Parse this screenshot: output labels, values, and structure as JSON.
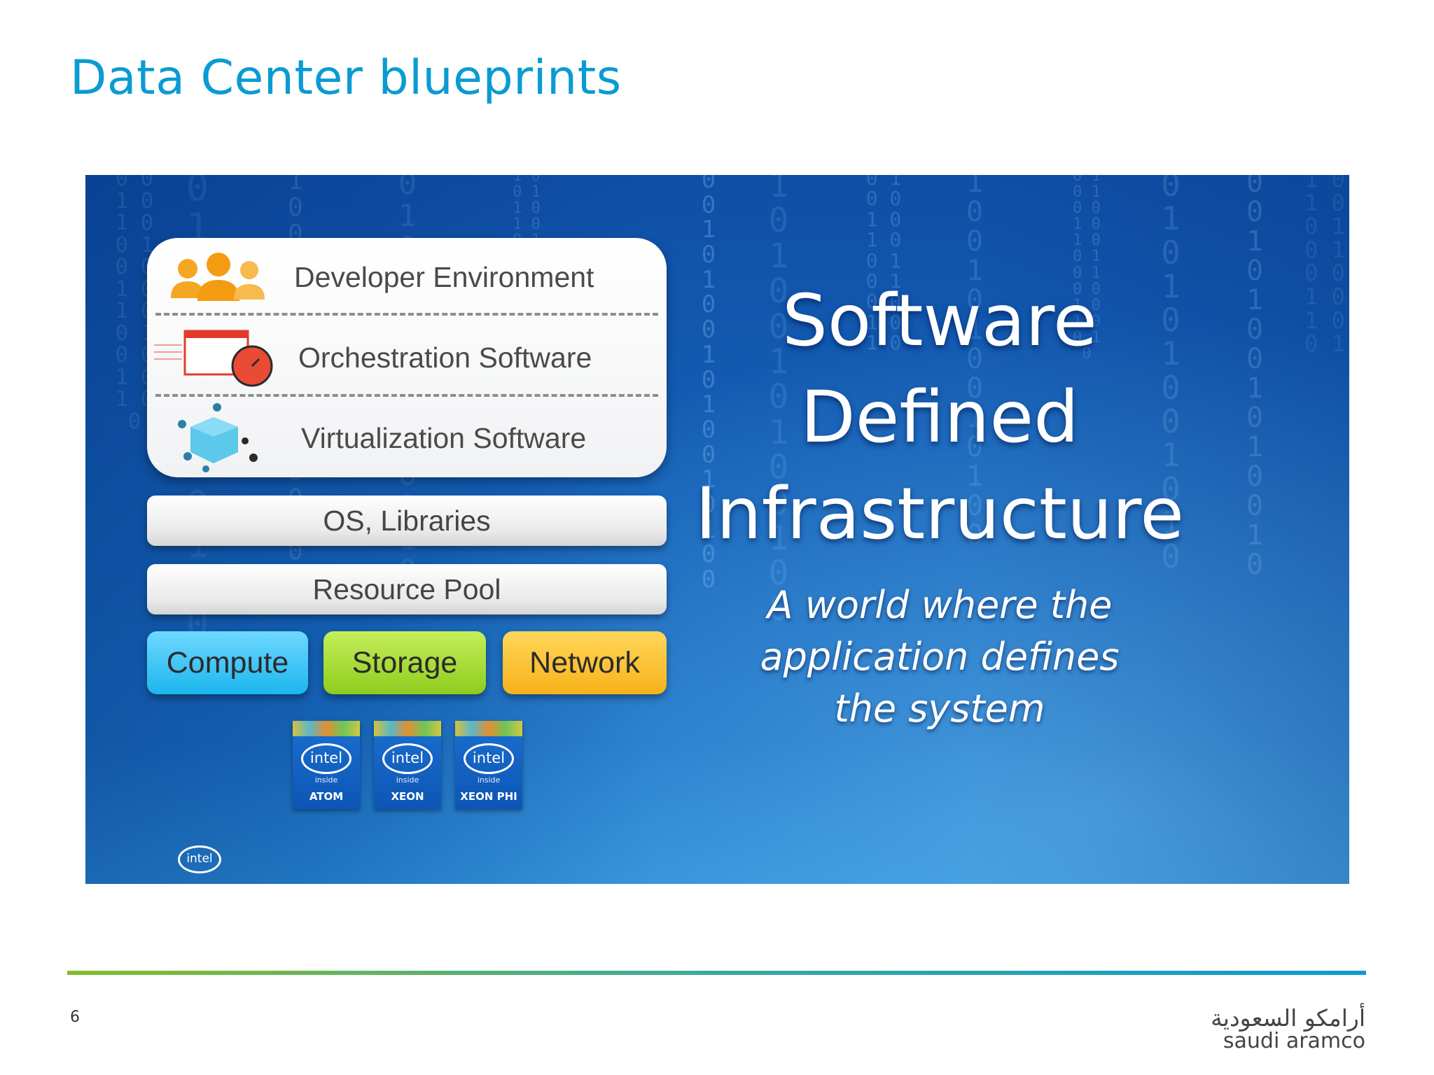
{
  "title": "Data Center blueprints",
  "diagram": {
    "stack": [
      {
        "label": "Developer Environment",
        "icon": "people-icon"
      },
      {
        "label": "Orchestration Software",
        "icon": "dashboard-gauge-icon"
      },
      {
        "label": "Virtualization Software",
        "icon": "cube-network-icon"
      }
    ],
    "os_libraries": "OS, Libraries",
    "resource_pool": "Resource Pool",
    "resources": [
      {
        "label": "Compute",
        "color": "#1cb6ee"
      },
      {
        "label": "Storage",
        "color": "#8fcc1d"
      },
      {
        "label": "Network",
        "color": "#f7b21a"
      }
    ],
    "badges": [
      {
        "brand": "intel",
        "inside": "inside",
        "chip": "ATOM"
      },
      {
        "brand": "intel",
        "inside": "inside",
        "chip": "XEON"
      },
      {
        "brand": "intel",
        "inside": "inside",
        "chip": "XEON PHI"
      }
    ],
    "corner_logo": "intel"
  },
  "headline": {
    "line1": "Software",
    "line2": "Defined",
    "line3": "Infrastructure"
  },
  "tagline": {
    "line1": "A world where the",
    "line2": "application defines",
    "line3": "the system"
  },
  "footer": {
    "page_number": "6",
    "logo_arabic": "أرامكو السعودية",
    "logo_english": "saudi aramco"
  },
  "colors": {
    "title": "#0a9bd2",
    "panel_blue": "#1461b8",
    "footer_green": "#84bd2a",
    "footer_blue": "#0a9bd2"
  }
}
